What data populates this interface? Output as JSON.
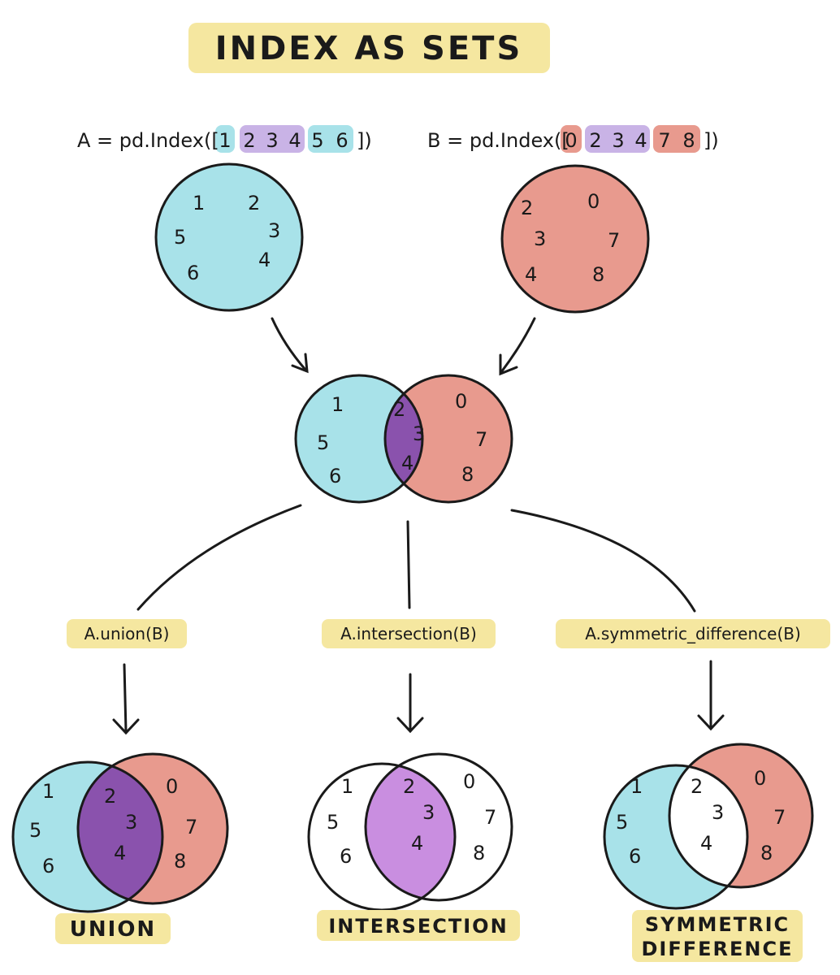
{
  "title": "INDEX AS SETS",
  "colors": {
    "a": "#a8e2e9",
    "b": "#e89a8e",
    "overlap": "#8a52ad",
    "intersection": "#c98ee0",
    "highlight": "#f5e7a0",
    "purple": "#c9b3e6"
  },
  "def_a": {
    "prefix": "A = pd.Index([",
    "items": [
      "1",
      "2",
      "3",
      "4",
      "5",
      "6"
    ],
    "suffix": "])"
  },
  "def_b": {
    "prefix": "B = pd.Index([",
    "items": [
      "0",
      "2",
      "3",
      "4",
      "7",
      "8"
    ],
    "suffix": "])"
  },
  "set_a": [
    "1",
    "2",
    "3",
    "4",
    "5",
    "6"
  ],
  "set_b": [
    "0",
    "2",
    "3",
    "4",
    "7",
    "8"
  ],
  "ops": [
    {
      "code": "A.union(B)",
      "caption": "UNION"
    },
    {
      "code": "A.intersection(B)",
      "caption": "INTERSECTION"
    },
    {
      "code": "A.symmetric_difference(B)",
      "caption_line1": "SYMMETRIC",
      "caption_line2": "DIFFERENCE"
    }
  ]
}
